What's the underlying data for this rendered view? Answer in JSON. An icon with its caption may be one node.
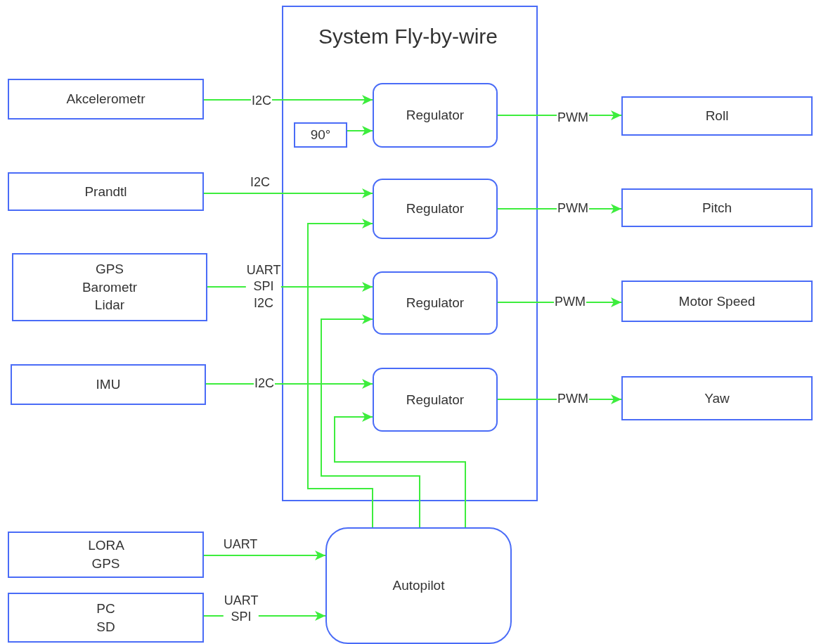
{
  "diagram": {
    "nodes": [
      {
        "text": [
          "System Fly-by-wire"
        ]
      },
      {
        "text": [
          "Akcelerometr"
        ]
      },
      {
        "text": [
          "Regulator"
        ],
        "in": 0
      },
      {
        "text": [
          "90°"
        ],
        "in": 0
      },
      {
        "text": [
          "Roll"
        ]
      },
      {
        "text": [
          "Prandtl"
        ]
      },
      {
        "text": [
          "Regulator"
        ],
        "in": 0
      },
      {
        "text": [
          "Pitch"
        ]
      },
      {
        "text": [
          "GPS Barometr Lidar"
        ]
      },
      {
        "text": [
          "Regulator"
        ],
        "in": 0
      },
      {
        "text": [
          "Motor Speed"
        ]
      },
      {
        "text": [
          "IMU"
        ]
      },
      {
        "text": [
          "Regulator"
        ],
        "in": 0
      },
      {
        "text": [
          "Yaw"
        ]
      },
      {
        "text": [
          "LORA GPS"
        ]
      },
      {
        "text": [
          "Autopilot"
        ]
      },
      {
        "text": [
          "PC SD"
        ]
      }
    ],
    "edges": [
      {
        "from": 1,
        "to": 2,
        "arrow": "to",
        "label": "I2C"
      },
      {
        "from": 3,
        "to": 2,
        "arrow": "to"
      },
      {
        "from": 2,
        "to": 4,
        "arrow": "to",
        "label": "PWM"
      },
      {
        "from": 5,
        "to": 6,
        "arrow": "to",
        "label": "I2C"
      },
      {
        "from": 6,
        "to": 7,
        "arrow": "to",
        "label": "PWM"
      },
      {
        "from": 8,
        "to": 9,
        "arrow": "to",
        "label": "UART SPI I2C"
      },
      {
        "from": 9,
        "to": 10,
        "arrow": "to",
        "label": "PWM"
      },
      {
        "from": 11,
        "to": 12,
        "arrow": "to",
        "label": "I2C"
      },
      {
        "from": 12,
        "to": 13,
        "arrow": "to",
        "label": "PWM"
      },
      {
        "from": 15,
        "to": 6,
        "arrow": "to"
      },
      {
        "from": 15,
        "to": 9,
        "arrow": "to"
      },
      {
        "from": 15,
        "to": 12,
        "arrow": "to"
      },
      {
        "from": 14,
        "to": 15,
        "arrow": "to",
        "label": "UART"
      },
      {
        "from": 16,
        "to": 15,
        "arrow": "to",
        "label": "UART SPI"
      }
    ]
  }
}
